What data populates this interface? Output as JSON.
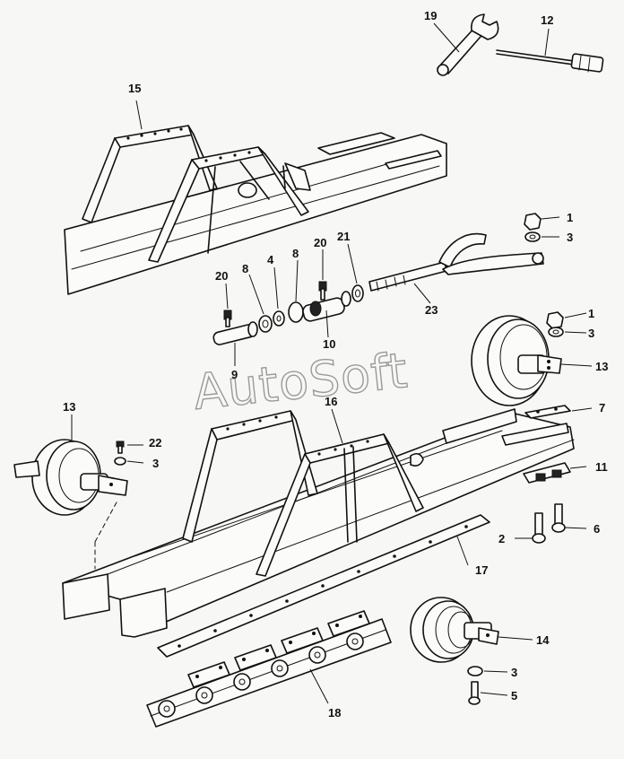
{
  "watermark": "AutoSoft",
  "callouts": [
    {
      "id": "c1a",
      "text": "1"
    },
    {
      "id": "c3a",
      "text": "3"
    },
    {
      "id": "c1b",
      "text": "1"
    },
    {
      "id": "c3b",
      "text": "3"
    },
    {
      "id": "c2",
      "text": "2"
    },
    {
      "id": "c3c",
      "text": "3"
    },
    {
      "id": "c3d",
      "text": "3"
    },
    {
      "id": "c4",
      "text": "4"
    },
    {
      "id": "c5",
      "text": "5"
    },
    {
      "id": "c6",
      "text": "6"
    },
    {
      "id": "c7",
      "text": "7"
    },
    {
      "id": "c8a",
      "text": "8"
    },
    {
      "id": "c8b",
      "text": "8"
    },
    {
      "id": "c9",
      "text": "9"
    },
    {
      "id": "c10",
      "text": "10"
    },
    {
      "id": "c11",
      "text": "11"
    },
    {
      "id": "c12",
      "text": "12"
    },
    {
      "id": "c13a",
      "text": "13"
    },
    {
      "id": "c13b",
      "text": "13"
    },
    {
      "id": "c14",
      "text": "14"
    },
    {
      "id": "c15",
      "text": "15"
    },
    {
      "id": "c16",
      "text": "16"
    },
    {
      "id": "c17",
      "text": "17"
    },
    {
      "id": "c18",
      "text": "18"
    },
    {
      "id": "c19",
      "text": "19"
    },
    {
      "id": "c20a",
      "text": "20"
    },
    {
      "id": "c20b",
      "text": "20"
    },
    {
      "id": "c21",
      "text": "21"
    },
    {
      "id": "c22",
      "text": "22"
    },
    {
      "id": "c23",
      "text": "23"
    }
  ]
}
